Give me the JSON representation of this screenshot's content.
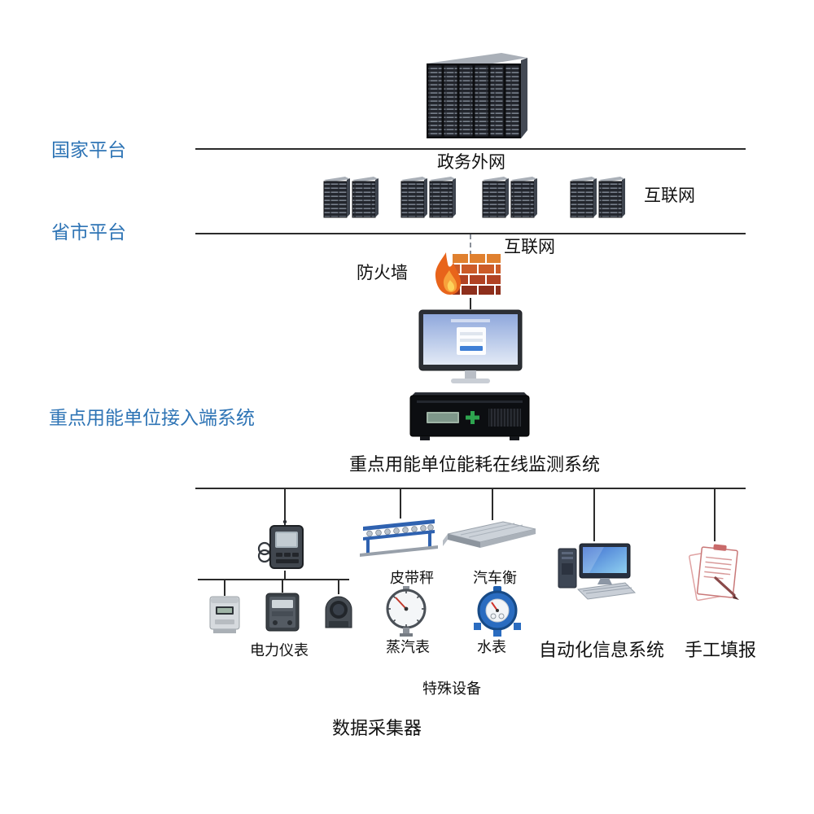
{
  "labels": {
    "national_platform": "国家平台",
    "provincial_platform": "省市平台",
    "access_system": "重点用能单位接入端系统",
    "gov_extranet": "政务外网",
    "internet_top": "互联网",
    "internet_mid": "互联网",
    "firewall": "防火墙",
    "monitor_system": "重点用能单位能耗在线监测系统",
    "belt_scale": "皮带秤",
    "truck_scale": "汽车衡",
    "power_meter": "电力仪表",
    "steam_meter": "蒸汽表",
    "water_meter": "水表",
    "automation_system": "自动化信息系统",
    "manual_entry": "手工填报",
    "special_equipment": "特殊设备",
    "data_collector": "数据采集器"
  },
  "colors": {
    "platform_label_blue": "#2E74B5",
    "text_black": "#111111",
    "bus_line": "#2b2b2b",
    "firewall_brick_red": "#b14223",
    "flame_orange": "#e8641b",
    "device_blue": "#2f62b0"
  }
}
